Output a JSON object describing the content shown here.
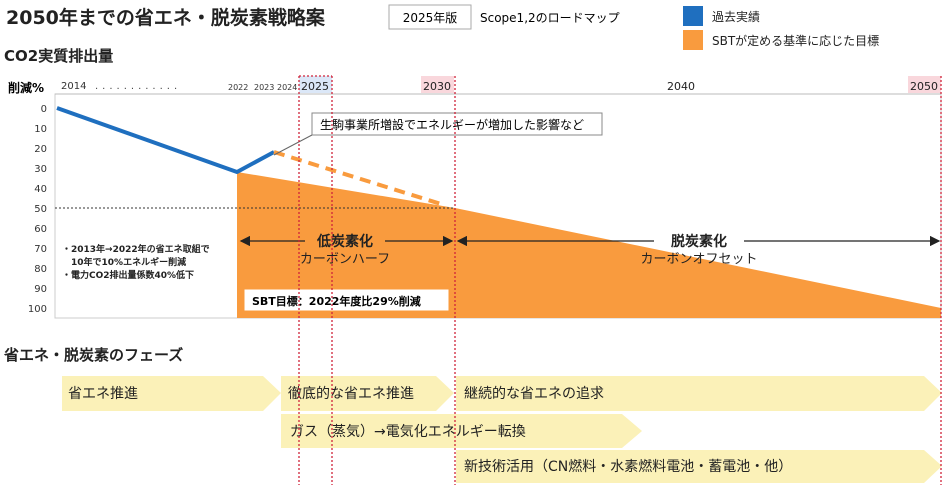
{
  "header": {
    "title": "2050年までの省エネ・脱炭素戦略案",
    "version_badge": "2025年版",
    "scope_label": "Scope1,2のロードマップ"
  },
  "legend": {
    "items": [
      {
        "label": "過去実績",
        "color": "#1f6fbf"
      },
      {
        "label": "SBTが定める基準に応じた目標",
        "color": "#f99b3e"
      }
    ]
  },
  "chart_data": {
    "type": "line",
    "title": "CO2実質排出量",
    "ylabel": "削減%",
    "y_ticks": [
      "0",
      "10",
      "20",
      "30",
      "40",
      "50",
      "60",
      "70",
      "80",
      "90",
      "100"
    ],
    "ylim": [
      0,
      100
    ],
    "year_labels": {
      "start": "2014",
      "small": [
        "2022",
        "2023",
        "2024"
      ],
      "highlight": [
        "2025",
        "2030",
        "2050"
      ],
      "plain": [
        "2040"
      ]
    },
    "series": [
      {
        "name": "過去実績",
        "points": [
          [
            2014,
            0
          ],
          [
            2022,
            32
          ],
          [
            2024,
            22
          ]
        ]
      },
      {
        "name": "SBTが定める基準に応じた目標",
        "points": [
          [
            2022,
            32
          ],
          [
            2030,
            50
          ],
          [
            2050,
            100
          ]
        ]
      }
    ],
    "projection_dashed": [
      [
        2024,
        22
      ],
      [
        2030,
        49
      ]
    ],
    "reference_line_y": 50,
    "annotations": {
      "callout": "生駒事業所増設でエネルギーが増加した影響など",
      "sbt_target": "SBT目標：2022年度比29%削減",
      "phase1_bold": "低炭素化",
      "phase1_sub": "カーボンハーフ",
      "phase2_bold": "脱炭素化",
      "phase2_sub": "カーボンオフセット",
      "notes": [
        "・2013年→2022年の省エネ取組で",
        "　10年で10%エネルギー削減",
        "・電力CO2排出量係数40%低下"
      ]
    }
  },
  "phases": {
    "title": "省エネ・脱炭素のフェーズ",
    "row1": [
      "省エネ推進",
      "徹底的な省エネ推進",
      "継続的な省エネの追求"
    ],
    "row2": [
      "ガス（蒸気）→電気化エネルギー転換"
    ],
    "row3": [
      "新技術活用（CN燃料・水素燃料電池・蓄電池・他）"
    ],
    "band_color": "#fbf1b8"
  }
}
